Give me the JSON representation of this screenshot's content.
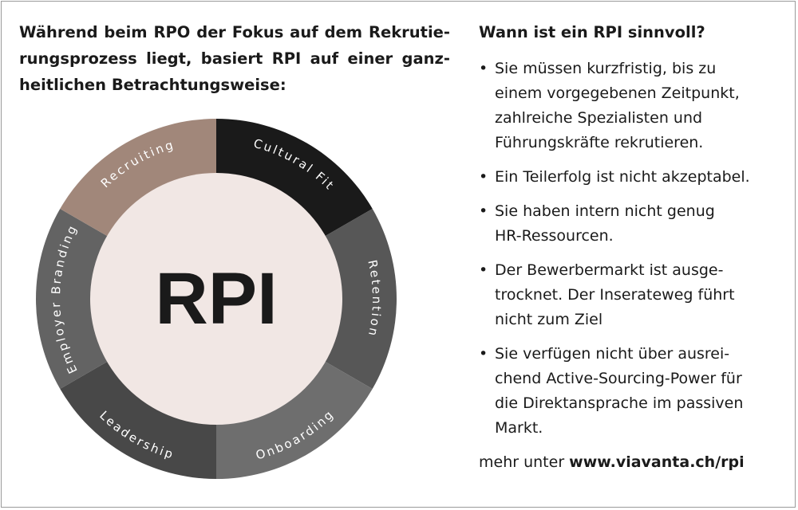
{
  "heading_lines": [
    "Während beim RPO der Fokus auf dem Rekrutie-",
    "rungsprozess liegt, basiert RPI auf einer ganz-",
    "heitlichen Betrachtungsweise:"
  ],
  "wheel": {
    "center_label": "RPI",
    "segments": [
      {
        "label": "Cultural Fit",
        "color": "#1a1a1a"
      },
      {
        "label": "Retention",
        "color": "#575757"
      },
      {
        "label": "Onboarding",
        "color": "#6e6e6e"
      },
      {
        "label": "Leadership",
        "color": "#484848"
      },
      {
        "label": "Employer Branding",
        "color": "#636363"
      },
      {
        "label": "Recruiting",
        "color": "#a1877a"
      }
    ],
    "inner_color": "#f1e7e4",
    "label_color": "#ffffff"
  },
  "right": {
    "title": "Wann ist ein RPI sinnvoll?",
    "bullet_glyph": "•",
    "bullets": [
      [
        "Sie müssen kurzfristig, bis zu",
        "einem vorgegebenen Zeitpunkt,",
        "zahlreiche Spezialisten und",
        "Führungskräfte rekrutieren."
      ],
      [
        "Ein Teilerfolg ist nicht akzeptabel."
      ],
      [
        "Sie haben intern nicht genug",
        "HR-Ressourcen."
      ],
      [
        "Der Bewerbermarkt ist ausge-",
        "trocknet. Der Inserateweg führt",
        "nicht zum Ziel"
      ],
      [
        "Sie verfügen nicht über ausrei-",
        "chend Active-Sourcing-Power für",
        "die Direktansprache im passiven",
        "Markt."
      ]
    ],
    "more_prefix": "mehr unter ",
    "more_url": "www.viavanta.ch/rpi"
  }
}
